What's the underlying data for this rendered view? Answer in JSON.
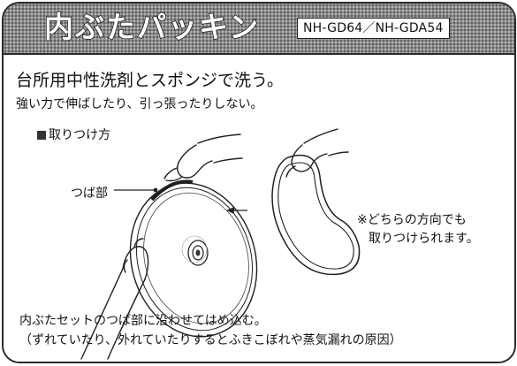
{
  "title": "内ぶたパッキン",
  "model_numbers": "NH-GD64／NH-GDA54",
  "instructions": {
    "line1": "台所用中性洗剤とスポンジで洗う。",
    "line2": "強い力で伸ばしたり、引っ張ったりしない。"
  },
  "section": {
    "heading": "取りつけ方",
    "label_tsuba": "つば部",
    "note_line1": "※どちらの方向でも",
    "note_line2": "取りつけられます。"
  },
  "footer": {
    "line1": "内ぶたセットのつば部に沿わせてはめ込む。",
    "line2": "（ずれていたり、外れていたりするとふきこぼれや蒸気漏れの原因）"
  }
}
